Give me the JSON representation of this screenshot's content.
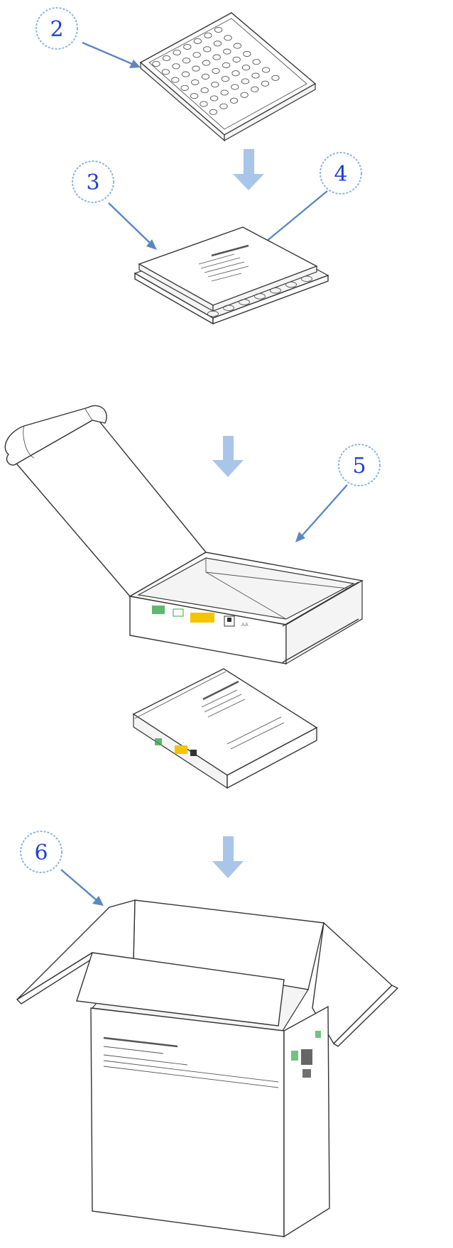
{
  "callouts": [
    {
      "id": "2",
      "label": "2"
    },
    {
      "id": "3",
      "label": "3"
    },
    {
      "id": "4",
      "label": "4"
    },
    {
      "id": "5",
      "label": "5"
    },
    {
      "id": "6",
      "label": "6"
    }
  ],
  "colors": {
    "callout_text": "#1f3fd6",
    "callout_border": "#8eb4e3",
    "pointer_arrow": "#5b86c2",
    "step_arrow": "#a9c5ea",
    "line_art": "#333333",
    "label_yellow": "#f2c500",
    "label_green": "#3aa64a"
  },
  "icons": [
    "tray",
    "lidded-tray",
    "mailer-box-open",
    "mailer-box-closed",
    "carton-open",
    "step-down-arrow"
  ]
}
